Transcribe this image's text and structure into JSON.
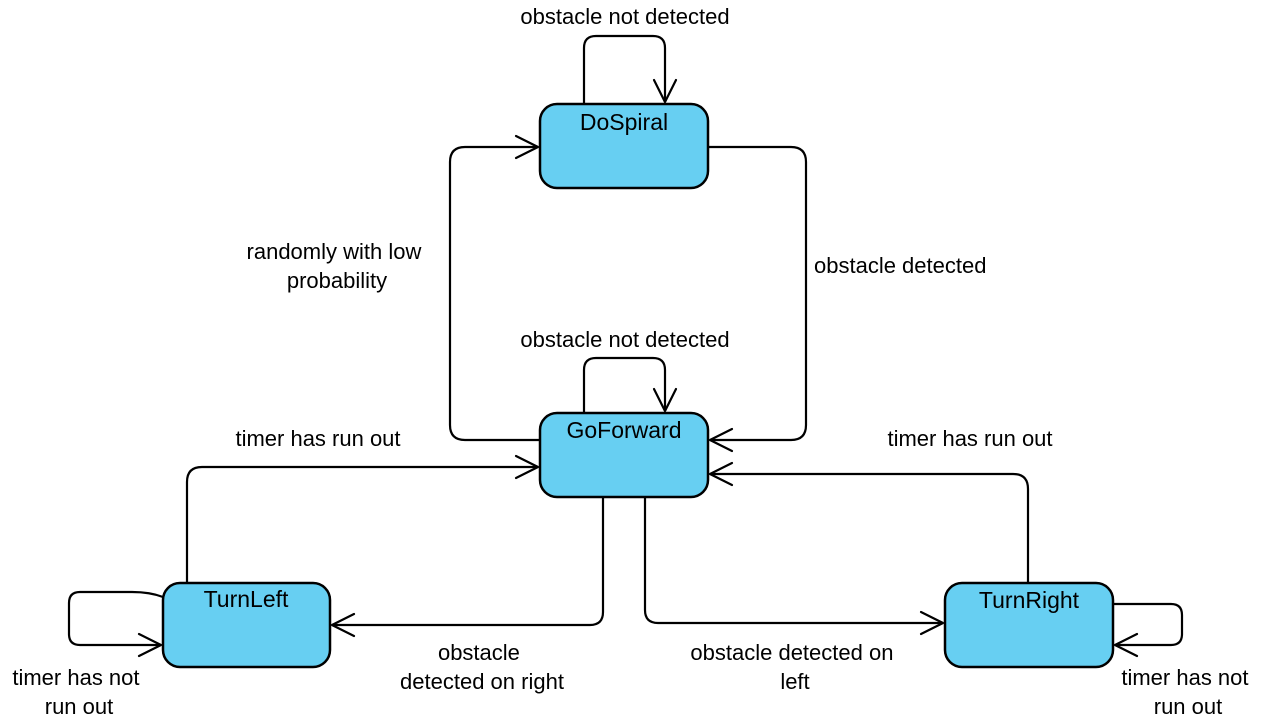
{
  "states": {
    "do_spiral": "DoSpiral",
    "go_forward": "GoForward",
    "turn_left": "TurnLeft",
    "turn_right": "TurnRight"
  },
  "transitions": {
    "dospiral_self": "obstacle not detected",
    "goforward_self": "obstacle not detected",
    "dospiral_to_goforward": "obstacle detected",
    "goforward_to_dospiral": [
      "randomly with low",
      "probability"
    ],
    "turnleft_to_goforward": "timer has run out",
    "turnright_to_goforward": "timer has run out",
    "goforward_to_turnleft": [
      "obstacle",
      "detected on right"
    ],
    "goforward_to_turnright": [
      "obstacle detected on",
      "left"
    ],
    "turnleft_self": [
      "timer has not",
      "run out"
    ],
    "turnright_self": [
      "timer has not",
      "run out"
    ]
  },
  "colors": {
    "state_fill": "#67cff2",
    "stroke": "#000000",
    "background": "#ffffff"
  }
}
